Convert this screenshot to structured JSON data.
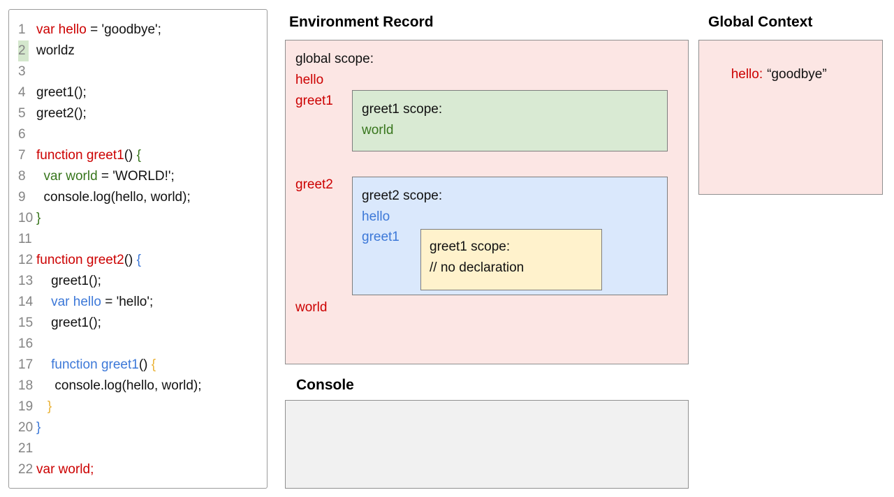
{
  "colors": {
    "red": "#cc0000",
    "green": "#38761d",
    "blue": "#3c78d8",
    "yellow": "#eab236",
    "pink_bg": "#fce6e4",
    "green_bg": "#d9ead3",
    "blue_bg": "#dae8fc",
    "yellow_bg": "#fff2cc",
    "console_bg": "#f1f1f1",
    "gray": "#848484",
    "hl_bg": "#d4e7cd"
  },
  "code_panel": {
    "highlighted_line": "2",
    "lines": [
      {
        "num": "1",
        "segments": [
          {
            "c": "red",
            "t": "var hello"
          },
          {
            "c": "black",
            "t": " = 'goodbye';"
          }
        ]
      },
      {
        "num": "2",
        "highlight": true,
        "segments": [
          {
            "c": "black",
            "t": "worldz"
          }
        ]
      },
      {
        "num": "3",
        "segments": []
      },
      {
        "num": "4",
        "segments": [
          {
            "c": "black",
            "t": "greet1();"
          }
        ]
      },
      {
        "num": "5",
        "segments": [
          {
            "c": "black",
            "t": "greet2();"
          }
        ]
      },
      {
        "num": "6",
        "segments": []
      },
      {
        "num": "7",
        "segments": [
          {
            "c": "red",
            "t": "function greet1"
          },
          {
            "c": "black",
            "t": "() "
          },
          {
            "c": "green",
            "t": "{"
          }
        ]
      },
      {
        "num": "8",
        "segments": [
          {
            "c": "green",
            "t": "  var world"
          },
          {
            "c": "black",
            "t": " = 'WORLD!';"
          }
        ]
      },
      {
        "num": "9",
        "segments": [
          {
            "c": "black",
            "t": "  console.log(hello, world);"
          }
        ]
      },
      {
        "num": "10",
        "segments": [
          {
            "c": "green",
            "t": "}"
          }
        ]
      },
      {
        "num": "11",
        "segments": []
      },
      {
        "num": "12",
        "segments": [
          {
            "c": "red",
            "t": "function greet2"
          },
          {
            "c": "black",
            "t": "() "
          },
          {
            "c": "blue",
            "t": "{"
          }
        ]
      },
      {
        "num": "13",
        "segments": [
          {
            "c": "black",
            "t": "    greet1();"
          }
        ]
      },
      {
        "num": "14",
        "segments": [
          {
            "c": "blue",
            "t": "    var hello"
          },
          {
            "c": "black",
            "t": " = 'hello';"
          }
        ]
      },
      {
        "num": "15",
        "segments": [
          {
            "c": "black",
            "t": "    greet1();"
          }
        ]
      },
      {
        "num": "16",
        "segments": []
      },
      {
        "num": "17",
        "segments": [
          {
            "c": "blue",
            "t": "    function greet1"
          },
          {
            "c": "black",
            "t": "() "
          },
          {
            "c": "yellow",
            "t": "{"
          }
        ]
      },
      {
        "num": "18",
        "segments": [
          {
            "c": "black",
            "t": "     console.log(hello, world);"
          }
        ]
      },
      {
        "num": "19",
        "segments": [
          {
            "c": "yellow",
            "t": "   }"
          }
        ]
      },
      {
        "num": "20",
        "segments": [
          {
            "c": "blue",
            "t": "}"
          }
        ]
      },
      {
        "num": "21",
        "segments": []
      },
      {
        "num": "22",
        "segments": [
          {
            "c": "red",
            "t": "var world;"
          }
        ]
      }
    ]
  },
  "environment_record": {
    "title": "Environment Record",
    "global_scope_label": "global scope:",
    "var_hello": "hello",
    "var_greet1": "greet1",
    "var_greet2": "greet2",
    "var_world": "world",
    "greet1_scope": {
      "label": "greet1 scope:",
      "var_world": "world"
    },
    "greet2_scope": {
      "label": "greet2 scope:",
      "var_hello": "hello",
      "var_greet1": "greet1",
      "inner": {
        "label": "greet1 scope:",
        "note": "// no declaration"
      }
    }
  },
  "global_context": {
    "title": "Global Context",
    "entry": {
      "key": "hello:",
      "value": "“goodbye”"
    }
  },
  "console": {
    "title": "Console"
  }
}
